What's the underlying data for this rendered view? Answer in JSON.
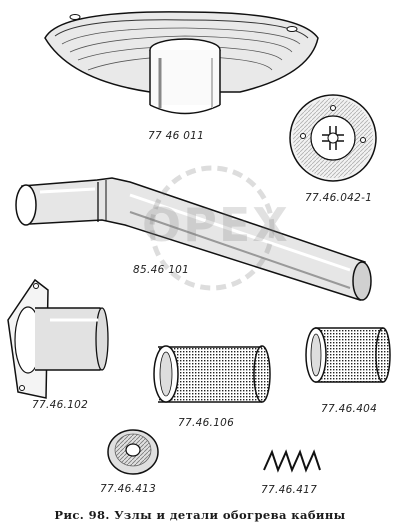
{
  "parts": [
    {
      "id": "part-1",
      "code": "77 46 011"
    },
    {
      "id": "part-2",
      "code": "77.46.042-1"
    },
    {
      "id": "part-3",
      "code": "85.46 101"
    },
    {
      "id": "part-4",
      "code": "77.46.102"
    },
    {
      "id": "part-5",
      "code": "77.46.106"
    },
    {
      "id": "part-6",
      "code": "77.46.404"
    },
    {
      "id": "part-7",
      "code": "77.46.413"
    },
    {
      "id": "part-8",
      "code": "77.46.417"
    }
  ],
  "watermark": {
    "text": "OPEX"
  },
  "caption": "Рис. 98. Узлы и детали обогрева кабины"
}
